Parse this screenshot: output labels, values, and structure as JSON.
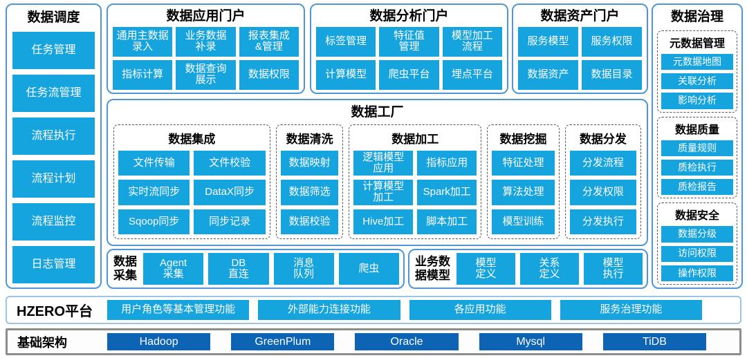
{
  "scheduling": {
    "title": "数据调度",
    "items": [
      "任务管理",
      "任务流管理",
      "流程执行",
      "流程计划",
      "流程监控",
      "日志管理"
    ]
  },
  "portals": [
    {
      "title": "数据应用门户",
      "items": [
        "通用主数据\n录入",
        "业务数据\n补录",
        "报表集成\n&管理",
        "指标计算",
        "数据查询\n展示",
        "数据权限"
      ]
    },
    {
      "title": "数据分析门户",
      "items": [
        "标签管理",
        "特征值\n管理",
        "模型加工\n流程",
        "计算模型",
        "爬虫平台",
        "埋点平台"
      ]
    },
    {
      "title": "数据资产门户",
      "items": [
        "服务模型",
        "服务权限",
        "数据资产",
        "数据目录"
      ]
    }
  ],
  "governance": {
    "title": "数据治理",
    "groups": [
      {
        "title": "元数据管理",
        "items": [
          "元数据地图",
          "关联分析",
          "影响分析"
        ]
      },
      {
        "title": "数据质量",
        "items": [
          "质量规则",
          "质检执行",
          "质检报告"
        ]
      },
      {
        "title": "数据安全",
        "items": [
          "数据分级",
          "访问权限",
          "操作权限"
        ]
      }
    ]
  },
  "factory": {
    "title": "数据工厂",
    "groups": [
      {
        "title": "数据集成",
        "items": [
          "文件传输",
          "文件校验",
          "实时流同步",
          "DataX同步",
          "Sqoop同步",
          "同步记录"
        ]
      },
      {
        "title": "数据清洗",
        "items": [
          "数据映射",
          "数据筛选",
          "数据校验"
        ]
      },
      {
        "title": "数据加工",
        "items": [
          "逻辑模型\n应用",
          "指标应用",
          "计算模型\n加工",
          "Spark加工",
          "Hive加工",
          "脚本加工"
        ]
      },
      {
        "title": "数据挖掘",
        "items": [
          "特征处理",
          "算法处理",
          "模型训练"
        ]
      },
      {
        "title": "数据分发",
        "items": [
          "分发流程",
          "分发权限",
          "分发执行"
        ]
      }
    ]
  },
  "collection": {
    "title": "数据\n采集",
    "items": [
      "Agent\n采集",
      "DB\n直连",
      "消息\n队列",
      "爬虫"
    ]
  },
  "business_model": {
    "title": "业务数\n据模型",
    "items": [
      "模型\n定义",
      "关系\n定义",
      "模型\n执行"
    ]
  },
  "hzero": {
    "title": "HZERO平台",
    "items": [
      "用户角色等基本管理功能",
      "外部能力连接功能",
      "各应用功能",
      "服务治理功能"
    ]
  },
  "infrastructure": {
    "title": "基础架构",
    "items": [
      "Hadoop",
      "GreenPlum",
      "Oracle",
      "Mysql",
      "TiDB"
    ]
  },
  "colors": {
    "module_blue": "#15a4de",
    "infra_blue": "#0d64b4",
    "frame_blue": "#4f96d8",
    "frame_grey": "#8c8c8c"
  }
}
